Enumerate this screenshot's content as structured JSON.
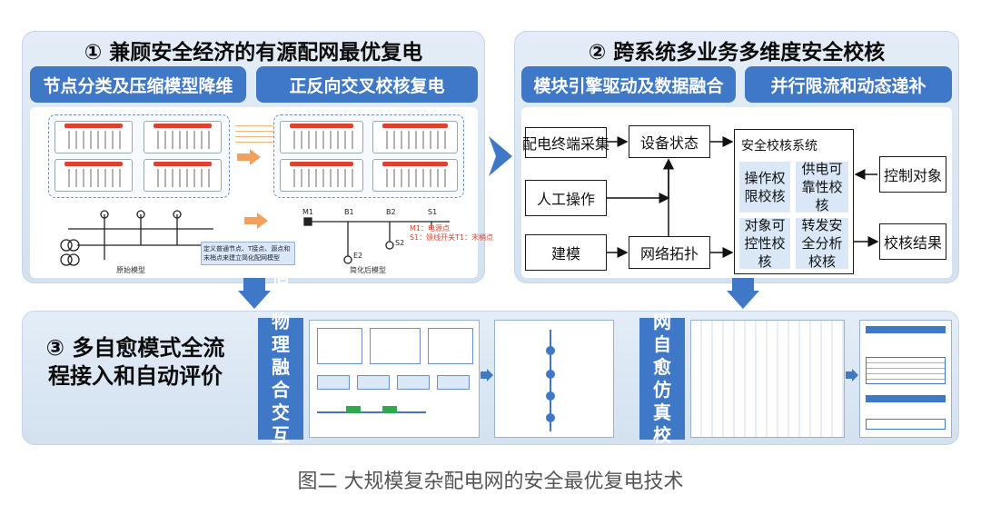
{
  "panel1": {
    "title": "① 兼顾安全经济的有源配网最优复电",
    "sub_left": "节点分类及压缩模型降维",
    "sub_right": "正反向交叉校核复电",
    "note": "定义普通节点、T接点、源点和末梢点来建立简化配网模型",
    "label_right_bottom": "简化后模型",
    "label_left_bottom": "原始模型",
    "diagram_nodes": [
      "M1",
      "B1",
      "B2",
      "S1",
      "E2",
      "S2"
    ],
    "legend_m1": "M1：电源点",
    "legend_s1": "S1：馈线开关T1：末梢点"
  },
  "panel2": {
    "title": "② 跨系统多业务多维度安全校核",
    "sub_left": "模块引擎驱动及数据融合",
    "sub_right": "并行限流和动态递补",
    "box_terminal": "配电终端采集",
    "box_manual": "人工操作",
    "box_model": "建模",
    "box_status": "设备状态",
    "box_topology": "网络拓扑",
    "system_title": "安全校核系统",
    "cells": [
      "操作权限校核",
      "供电可靠性校核",
      "对象可控性校核",
      "转发安全分析校核"
    ],
    "box_control": "控制对象",
    "box_result": "校核结果"
  },
  "panel3": {
    "title": "③ 多自愈模式全流程接入和自动评价",
    "left_bar": "信息物理融合交互验证",
    "right_bar": "配网自愈仿真校验"
  },
  "caption": "图二 大规模复杂配电网的安全最优复电技术",
  "colors": {
    "accent": "#3e78c6",
    "panel_bg": "#dce7f4",
    "cell_bg": "#d9e7f6",
    "arrow_orange": "#f2a15d"
  }
}
